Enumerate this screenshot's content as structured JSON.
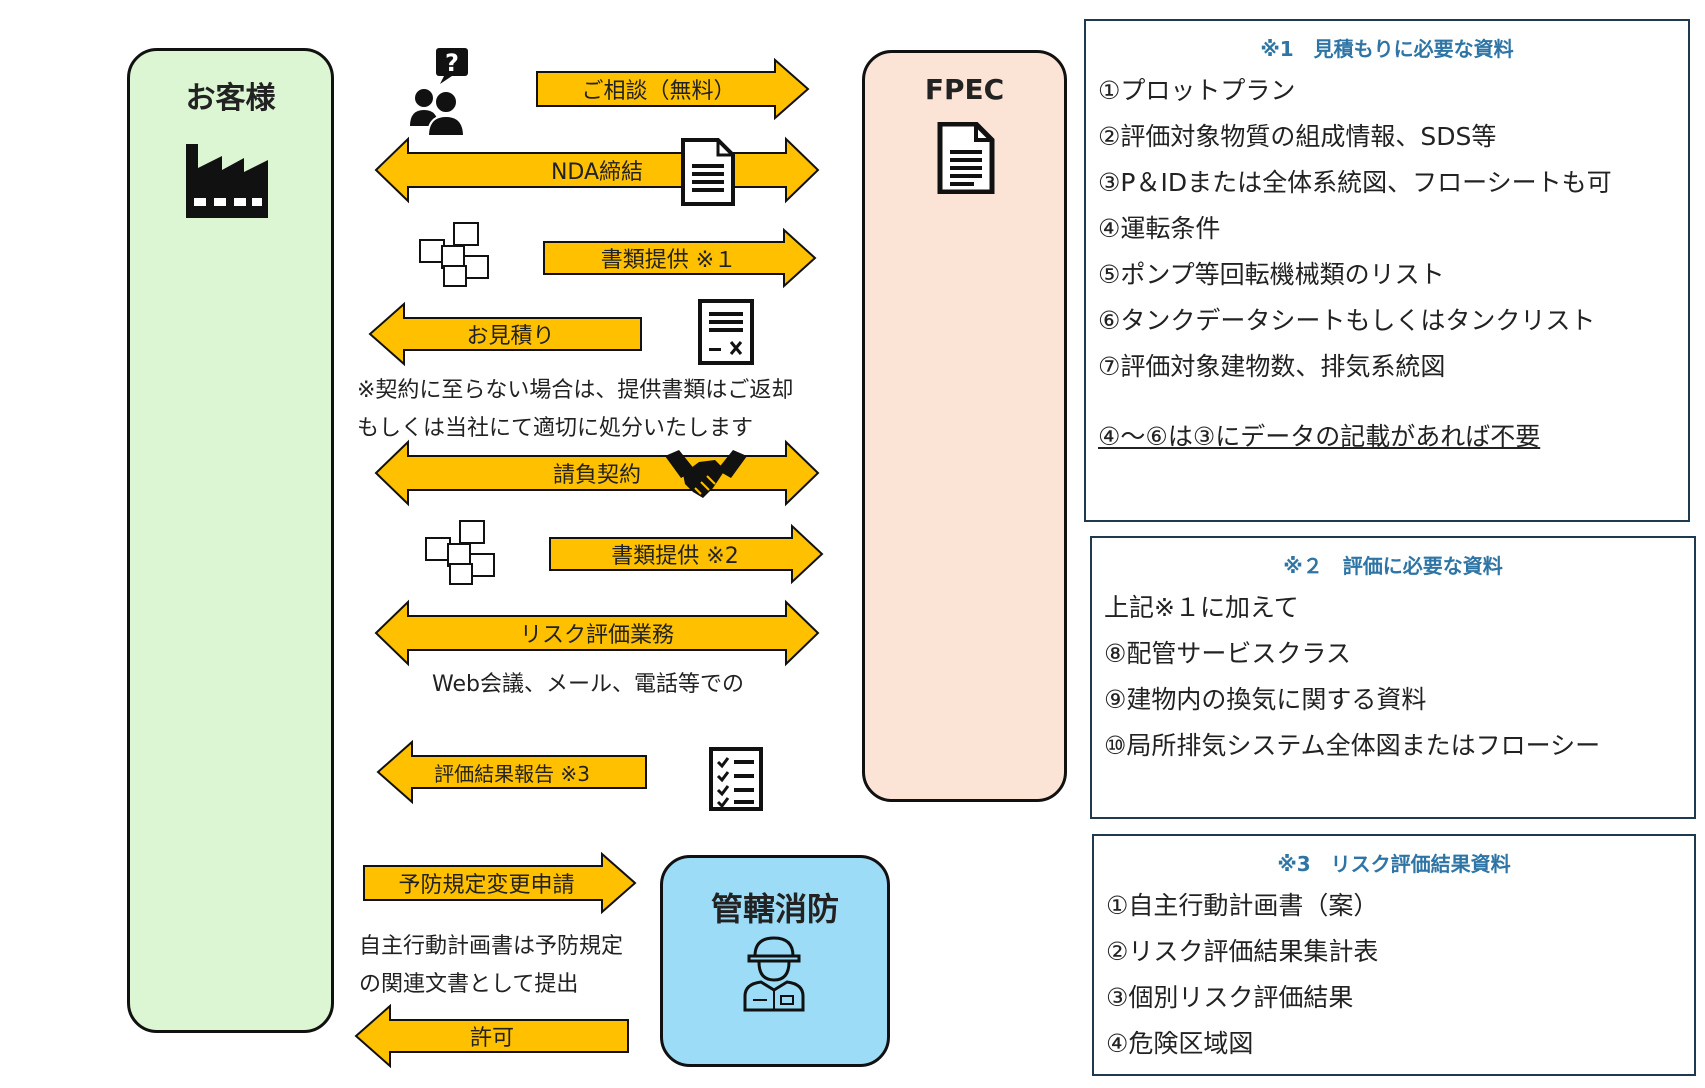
{
  "customer": {
    "title": "お客様",
    "color": "#dcf5d3"
  },
  "fpec": {
    "title": "FPEC",
    "color": "#fbe3d6"
  },
  "fire_dept": {
    "title": "管轄消防",
    "color": "#9ddcf6"
  },
  "arrow_color": "#ffc000",
  "flows": {
    "consult": "ご相談（無料）",
    "nda": "NDA締結",
    "docs1": "書類提供 ※１",
    "quote": "お見積り",
    "contract": "請負契約",
    "docs2": "書類提供 ※2",
    "risk": "リスク評価業務",
    "report": "評価結果報告 ※3",
    "amend": "予防規定変更申請",
    "permit": "許可"
  },
  "notes": {
    "return_line1": "※契約に至らない場合は、提供書類はご返却",
    "return_line2": "もしくは当社にて適切に処分いたします",
    "web": "Web会議、メール、電話等での",
    "plan_line1": "自主行動計画書は予防規定",
    "plan_line2": "の関連文書として提出"
  },
  "box1": {
    "title": "※1　見積もりに必要な資料",
    "items": [
      "①プロットプラン",
      "②評価対象物質の組成情報、SDS等",
      "③P＆IDまたは全体系統図、フローシートも可",
      "④運転条件",
      "⑤ポンプ等回転機械類のリスト",
      "⑥タンクデータシートもしくはタンクリスト",
      "⑦評価対象建物数、排気系統図"
    ],
    "footnote": "④～⑥は③にデータの記載があれば不要"
  },
  "box2": {
    "title": "※２　評価に必要な資料",
    "items": [
      "上記※１に加えて",
      "⑧配管サービスクラス",
      "⑨建物内の換気に関する資料",
      "⑩局所排気システム全体図またはフローシー"
    ]
  },
  "box3": {
    "title": "※3　リスク評価結果資料",
    "items": [
      "①自主行動計画書（案）",
      "②リスク評価結果集計表",
      "③個別リスク評価結果",
      "④危険区域図"
    ]
  },
  "icons": {
    "factory": "factory-icon",
    "consult": "consultation-icon",
    "document": "document-icon",
    "sticky": "sticky-notes-icon",
    "invoice": "invoice-icon",
    "handshake": "handshake-icon",
    "checklist": "checklist-icon",
    "firefighter": "firefighter-icon"
  }
}
